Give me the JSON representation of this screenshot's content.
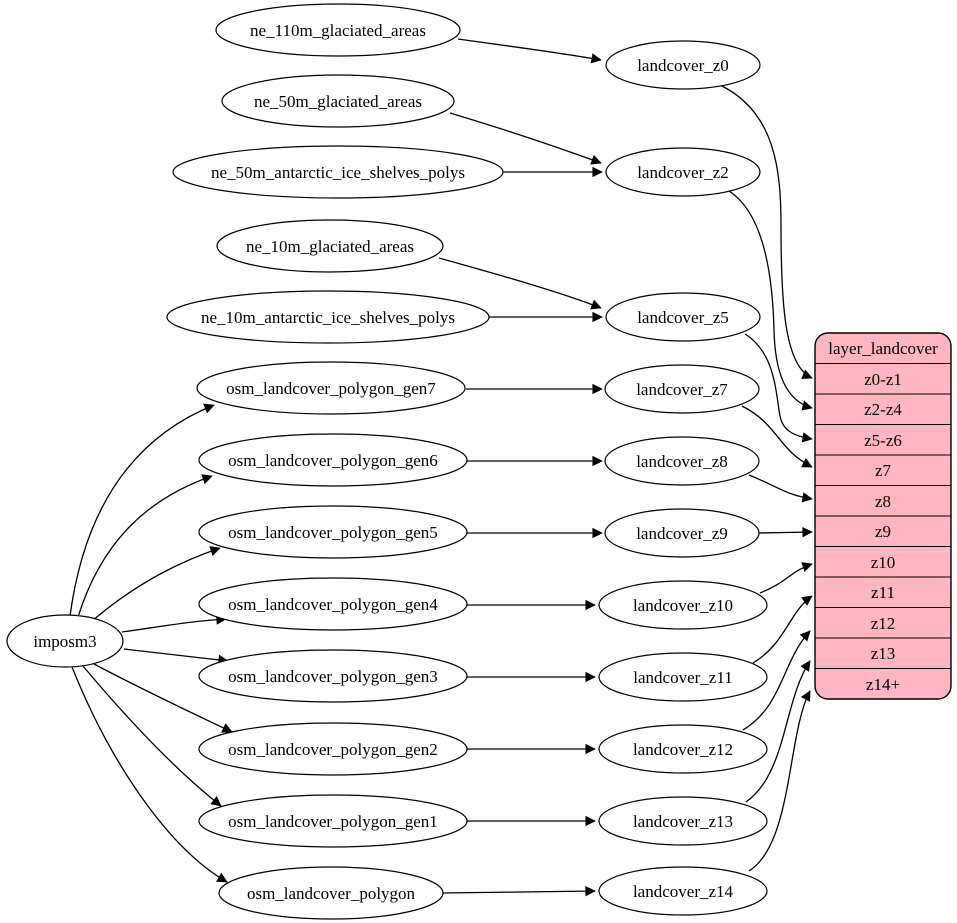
{
  "diagram": {
    "importer": {
      "label": "imposm3"
    },
    "sources": [
      {
        "label": "ne_110m_glaciated_areas"
      },
      {
        "label": "ne_50m_glaciated_areas"
      },
      {
        "label": "ne_50m_antarctic_ice_shelves_polys"
      },
      {
        "label": "ne_10m_glaciated_areas"
      },
      {
        "label": "ne_10m_antarctic_ice_shelves_polys"
      },
      {
        "label": "osm_landcover_polygon_gen7"
      },
      {
        "label": "osm_landcover_polygon_gen6"
      },
      {
        "label": "osm_landcover_polygon_gen5"
      },
      {
        "label": "osm_landcover_polygon_gen4"
      },
      {
        "label": "osm_landcover_polygon_gen3"
      },
      {
        "label": "osm_landcover_polygon_gen2"
      },
      {
        "label": "osm_landcover_polygon_gen1"
      },
      {
        "label": "osm_landcover_polygon"
      }
    ],
    "intermediate": [
      {
        "label": "landcover_z0"
      },
      {
        "label": "landcover_z2"
      },
      {
        "label": "landcover_z5"
      },
      {
        "label": "landcover_z7"
      },
      {
        "label": "landcover_z8"
      },
      {
        "label": "landcover_z9"
      },
      {
        "label": "landcover_z10"
      },
      {
        "label": "landcover_z11"
      },
      {
        "label": "landcover_z12"
      },
      {
        "label": "landcover_z13"
      },
      {
        "label": "landcover_z14"
      }
    ],
    "layer_table": {
      "header": "layer_landcover",
      "rows": [
        "z0-z1",
        "z2-z4",
        "z5-z6",
        "z7",
        "z8",
        "z9",
        "z10",
        "z11",
        "z12",
        "z13",
        "z14+"
      ]
    },
    "colors": {
      "table_fill": "#FFB6C1",
      "node_fill": "#FFFFFF",
      "stroke": "#000000",
      "background": "#FFFFFF"
    }
  }
}
